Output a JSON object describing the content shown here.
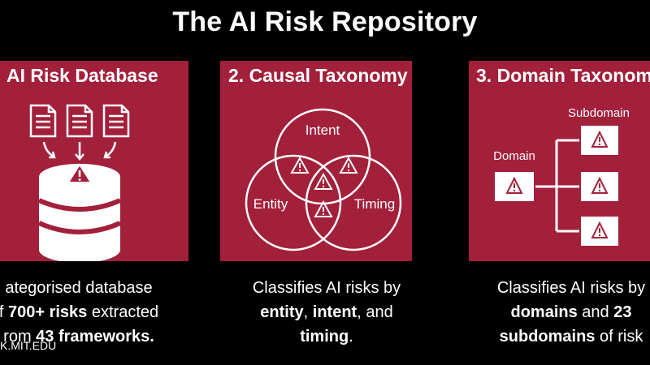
{
  "title": "The AI Risk Repository",
  "panels": [
    {
      "heading": "AI Risk Database",
      "description": {
        "line1": "ategorised database",
        "line2_prefix": "f ",
        "line2_bold": "700+ risks",
        "line2_suffix": " extracted",
        "line3_prefix": "rom ",
        "line3_bold_count": "43",
        "line3_bold": " frameworks."
      },
      "icons": [
        "document-icon",
        "document-icon",
        "document-icon",
        "arrow-down-icon",
        "database-icon",
        "warning-icon"
      ]
    },
    {
      "heading": "2. Causal Taxonomy",
      "venn": {
        "intent": "Intent",
        "entity": "Entity",
        "timing": "Timing"
      },
      "description": {
        "line1": "Classifies AI risks by",
        "line2_bold1": "entity",
        "line2_sep": ", ",
        "line2_bold2": "intent",
        "line2_suffix": ", and",
        "line3_bold": "timing",
        "line3_suffix": "."
      }
    },
    {
      "heading": "3. Domain Taxonom",
      "tree": {
        "domain": "Domain",
        "subdomain": "Subdomain"
      },
      "description": {
        "line1": "Classifies AI risks by",
        "line2_bold": "domains",
        "line2_mid": " and ",
        "line2_bold2": "23",
        "line3_bold": "subdomains",
        "line3_suffix": " of risk"
      }
    }
  ],
  "footer": {
    "url": "K.MIT.EDU"
  },
  "colors": {
    "panel": "#a3203a",
    "background": "#000000",
    "text": "#ffffff"
  }
}
